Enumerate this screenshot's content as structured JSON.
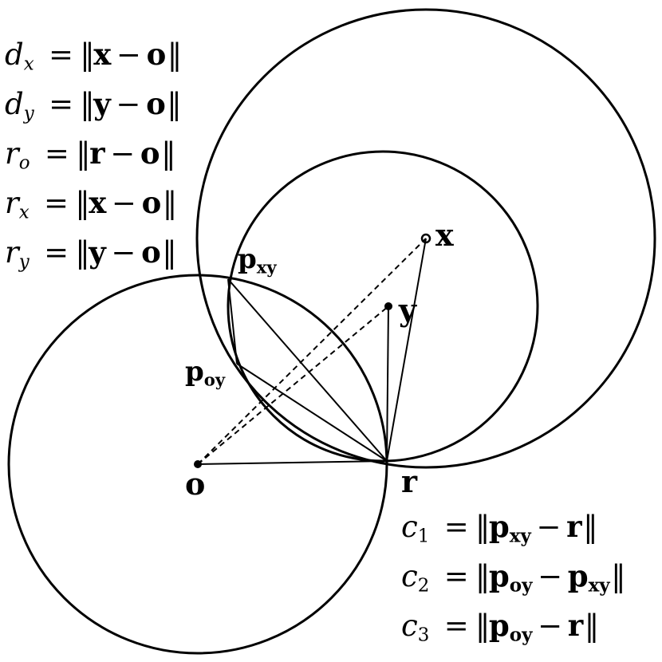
{
  "points": {
    "x": "x",
    "y": "y",
    "o": "o",
    "r": "r",
    "pxy": {
      "base": "p",
      "sub": "xy"
    },
    "poy": {
      "base": "p",
      "sub": "oy"
    }
  },
  "equations_left": [
    {
      "lhs": "d",
      "lhs_sub": "x",
      "vec": "x",
      "origin": "o"
    },
    {
      "lhs": "d",
      "lhs_sub": "y",
      "vec": "y",
      "origin": "o"
    },
    {
      "lhs": "r",
      "lhs_sub": "o",
      "vec": "r",
      "origin": "o"
    },
    {
      "lhs": "r",
      "lhs_sub": "x",
      "vec": "x",
      "origin": "o"
    },
    {
      "lhs": "r",
      "lhs_sub": "y",
      "vec": "y",
      "origin": "o"
    }
  ],
  "equations_right": [
    {
      "lhs": "c",
      "lhs_sub": "1",
      "a": "p",
      "a_sub": "xy",
      "b": "r",
      "b_sub": ""
    },
    {
      "lhs": "c",
      "lhs_sub": "2",
      "a": "p",
      "a_sub": "oy",
      "b": "p",
      "b_sub": "xy"
    },
    {
      "lhs": "c",
      "lhs_sub": "3",
      "a": "p",
      "a_sub": "oy",
      "b": "r",
      "b_sub": ""
    }
  ],
  "symbols": {
    "equals": "=",
    "minus": "−",
    "norm": "‖"
  },
  "colors": {
    "stroke": "#000000",
    "background": "#ffffff"
  }
}
